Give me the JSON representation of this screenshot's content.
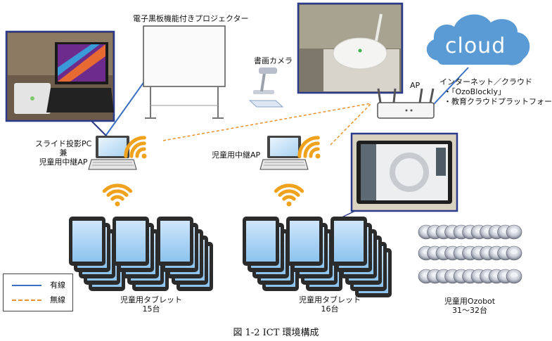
{
  "cloud": {
    "label": "cloud"
  },
  "projector": {
    "label": "電子黒板機能付きプロジェクター"
  },
  "doc_camera": {
    "label": "書画カメラ"
  },
  "ap": {
    "label": "AP"
  },
  "internet": {
    "line1": "インターネット／クラウド",
    "line2": "・｢OzoBlockly｣",
    "line3": "・教育クラウドプラットフォーム"
  },
  "pc1": {
    "line1": "スライド投影PC",
    "line2": "兼",
    "line3": "児童用中継AP"
  },
  "pc2": {
    "label": "児童用中継AP"
  },
  "tablets1": {
    "line1": "児童用タブレット",
    "line2": "15台"
  },
  "tablets2": {
    "line1": "児童用タブレット",
    "line2": "16台"
  },
  "ozobot": {
    "line1": "児童用Ozobot",
    "line2": "31～32台"
  },
  "legend": {
    "wired": "有線",
    "wireless": "無線"
  },
  "caption": "図 1-2  ICT 環境構成",
  "colors": {
    "wired": "#3a6fc4",
    "wireless": "#e8922b",
    "wifi": "#f0a21c",
    "cloud": "#5b9bd5",
    "photo_border": "#2b3a8a"
  }
}
